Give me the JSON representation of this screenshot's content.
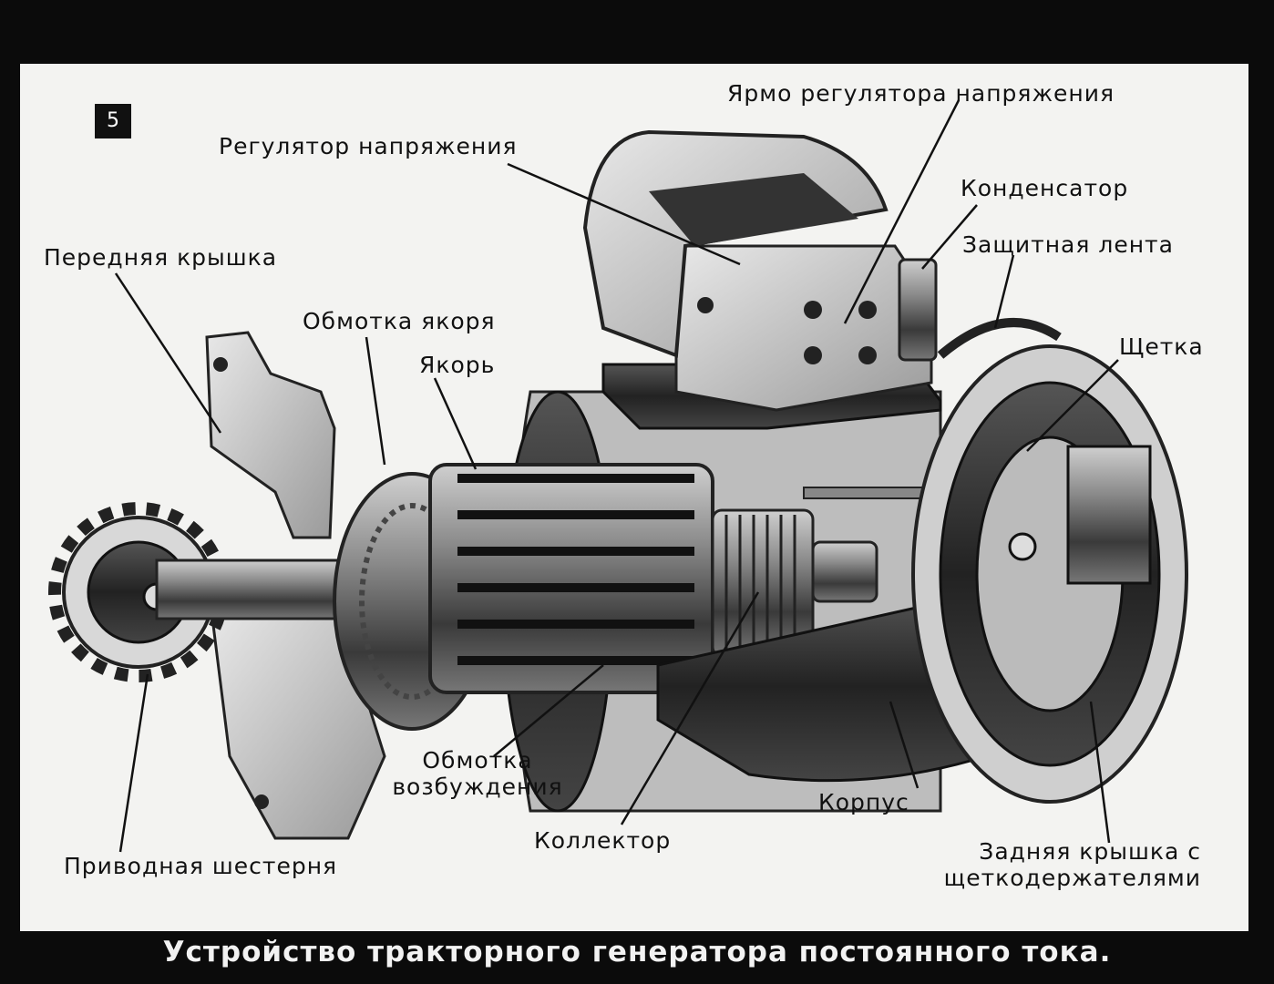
{
  "badge": "5",
  "labels": {
    "yoke": "Ярмо регулятора напряжения",
    "regulator": "Регулятор напряжения",
    "capacitor": "Конденсатор",
    "front_cover": "Передняя крышка",
    "protective_band": "Защитная лента",
    "armature_winding": "Обмотка якоря",
    "brush": "Щетка",
    "armature": "Якорь",
    "field_winding_1": "Обмотка",
    "field_winding_2": "возбуждения",
    "housing": "Корпус",
    "commutator": "Коллектор",
    "rear_cover_1": "Задняя крышка с",
    "rear_cover_2": "щеткодержателями",
    "drive_gear": "Приводная шестерня"
  },
  "caption": "Устройство тракторного генератора постоянного тока.",
  "colors": {
    "background": "#0b0b0b",
    "slide": "#f3f3f1",
    "ink": "#111111"
  }
}
